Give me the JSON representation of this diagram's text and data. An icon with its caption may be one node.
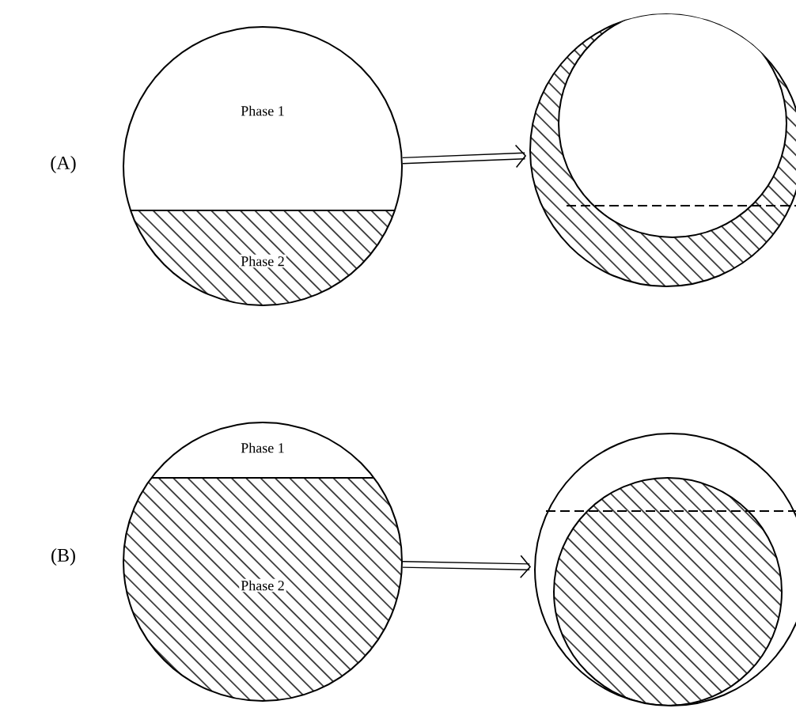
{
  "diagram": {
    "nodes": [
      {
        "text": [
          "Phase 1",
          "Phase 2"
        ]
      },
      {
        "text": [],
        "shape": "circle"
      },
      {
        "text": [
          "Phase 1",
          "Phase 2"
        ]
      },
      {
        "text": [],
        "shape": "circle"
      }
    ],
    "edges": [
      {
        "from": 0,
        "to": 1,
        "arrow": "to"
      },
      {
        "from": 2,
        "to": 3,
        "arrow": "to"
      }
    ],
    "labels": [
      "(A)",
      "(B)"
    ]
  }
}
